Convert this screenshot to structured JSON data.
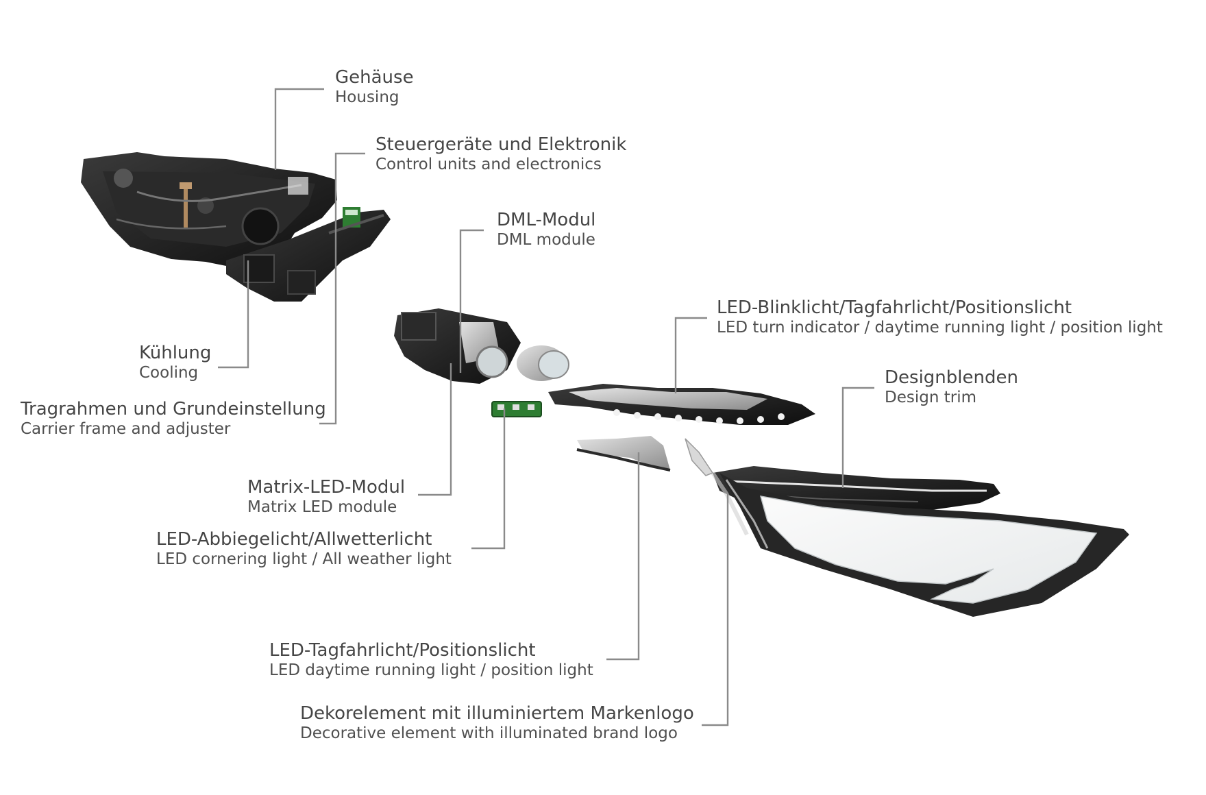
{
  "labels": {
    "housing": {
      "de": "Gehäuse",
      "en": "Housing"
    },
    "control": {
      "de": "Steuergeräte und Elektronik",
      "en": "Control units and electronics"
    },
    "dml": {
      "de": "DML-Modul",
      "en": "DML module"
    },
    "turn": {
      "de": "LED-Blinklicht/Tagfahrlicht/Positionslicht",
      "en": "LED turn indicator / daytime running light / position light"
    },
    "design": {
      "de": "Designblenden",
      "en": "Design trim"
    },
    "cooling": {
      "de": "Kühlung",
      "en": "Cooling"
    },
    "carrier": {
      "de": "Tragrahmen und Grundeinstellung",
      "en": "Carrier frame and adjuster"
    },
    "matrix": {
      "de": "Matrix-LED-Modul",
      "en": "Matrix LED module"
    },
    "cornering": {
      "de": "LED-Abbiegelicht/Allwetterlicht",
      "en": "LED cornering light / All weather light"
    },
    "drl": {
      "de": "LED-Tagfahrlicht/Positionslicht",
      "en": "LED daytime running light / position light"
    },
    "deco": {
      "de": "Dekorelement mit illuminiertem Markenlogo",
      "en": "Decorative element with illuminated brand logo"
    }
  },
  "colors": {
    "leader_line": "#8a8a8a",
    "text": "#454545",
    "parts_dark": "#1c1c1c",
    "circuit_green": "#2e7d32"
  }
}
